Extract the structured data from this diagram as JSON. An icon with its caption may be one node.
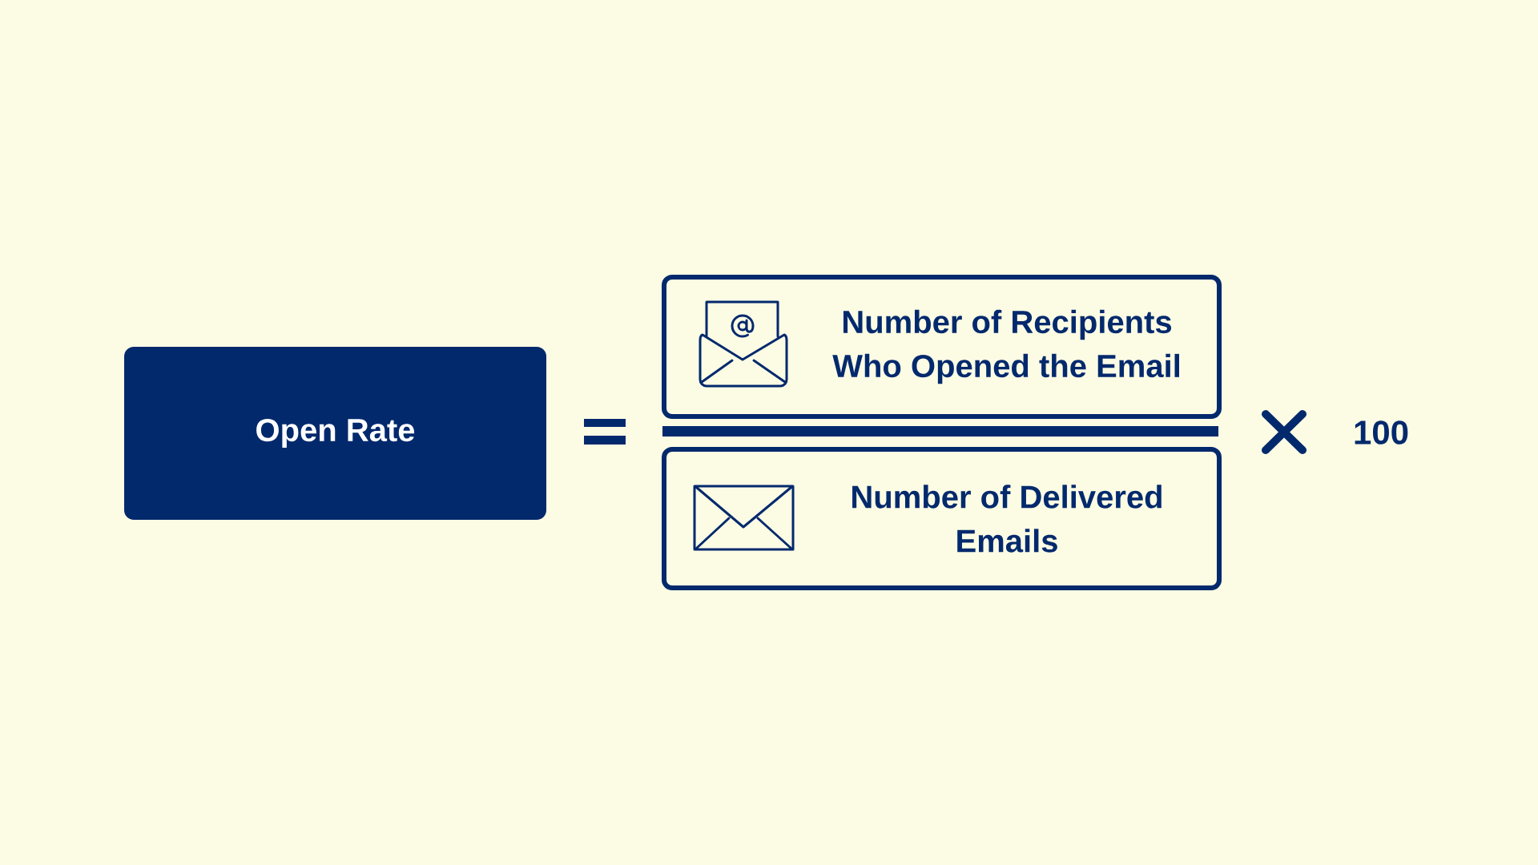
{
  "diagram": {
    "nodes": [
      {
        "text": [
          "Open Rate"
        ]
      },
      {
        "text": [
          "Number of Recipients Who Opened the Email"
        ]
      },
      {
        "text": [
          "Number of Delivered Emails"
        ]
      }
    ],
    "labels": [
      "100"
    ]
  }
}
